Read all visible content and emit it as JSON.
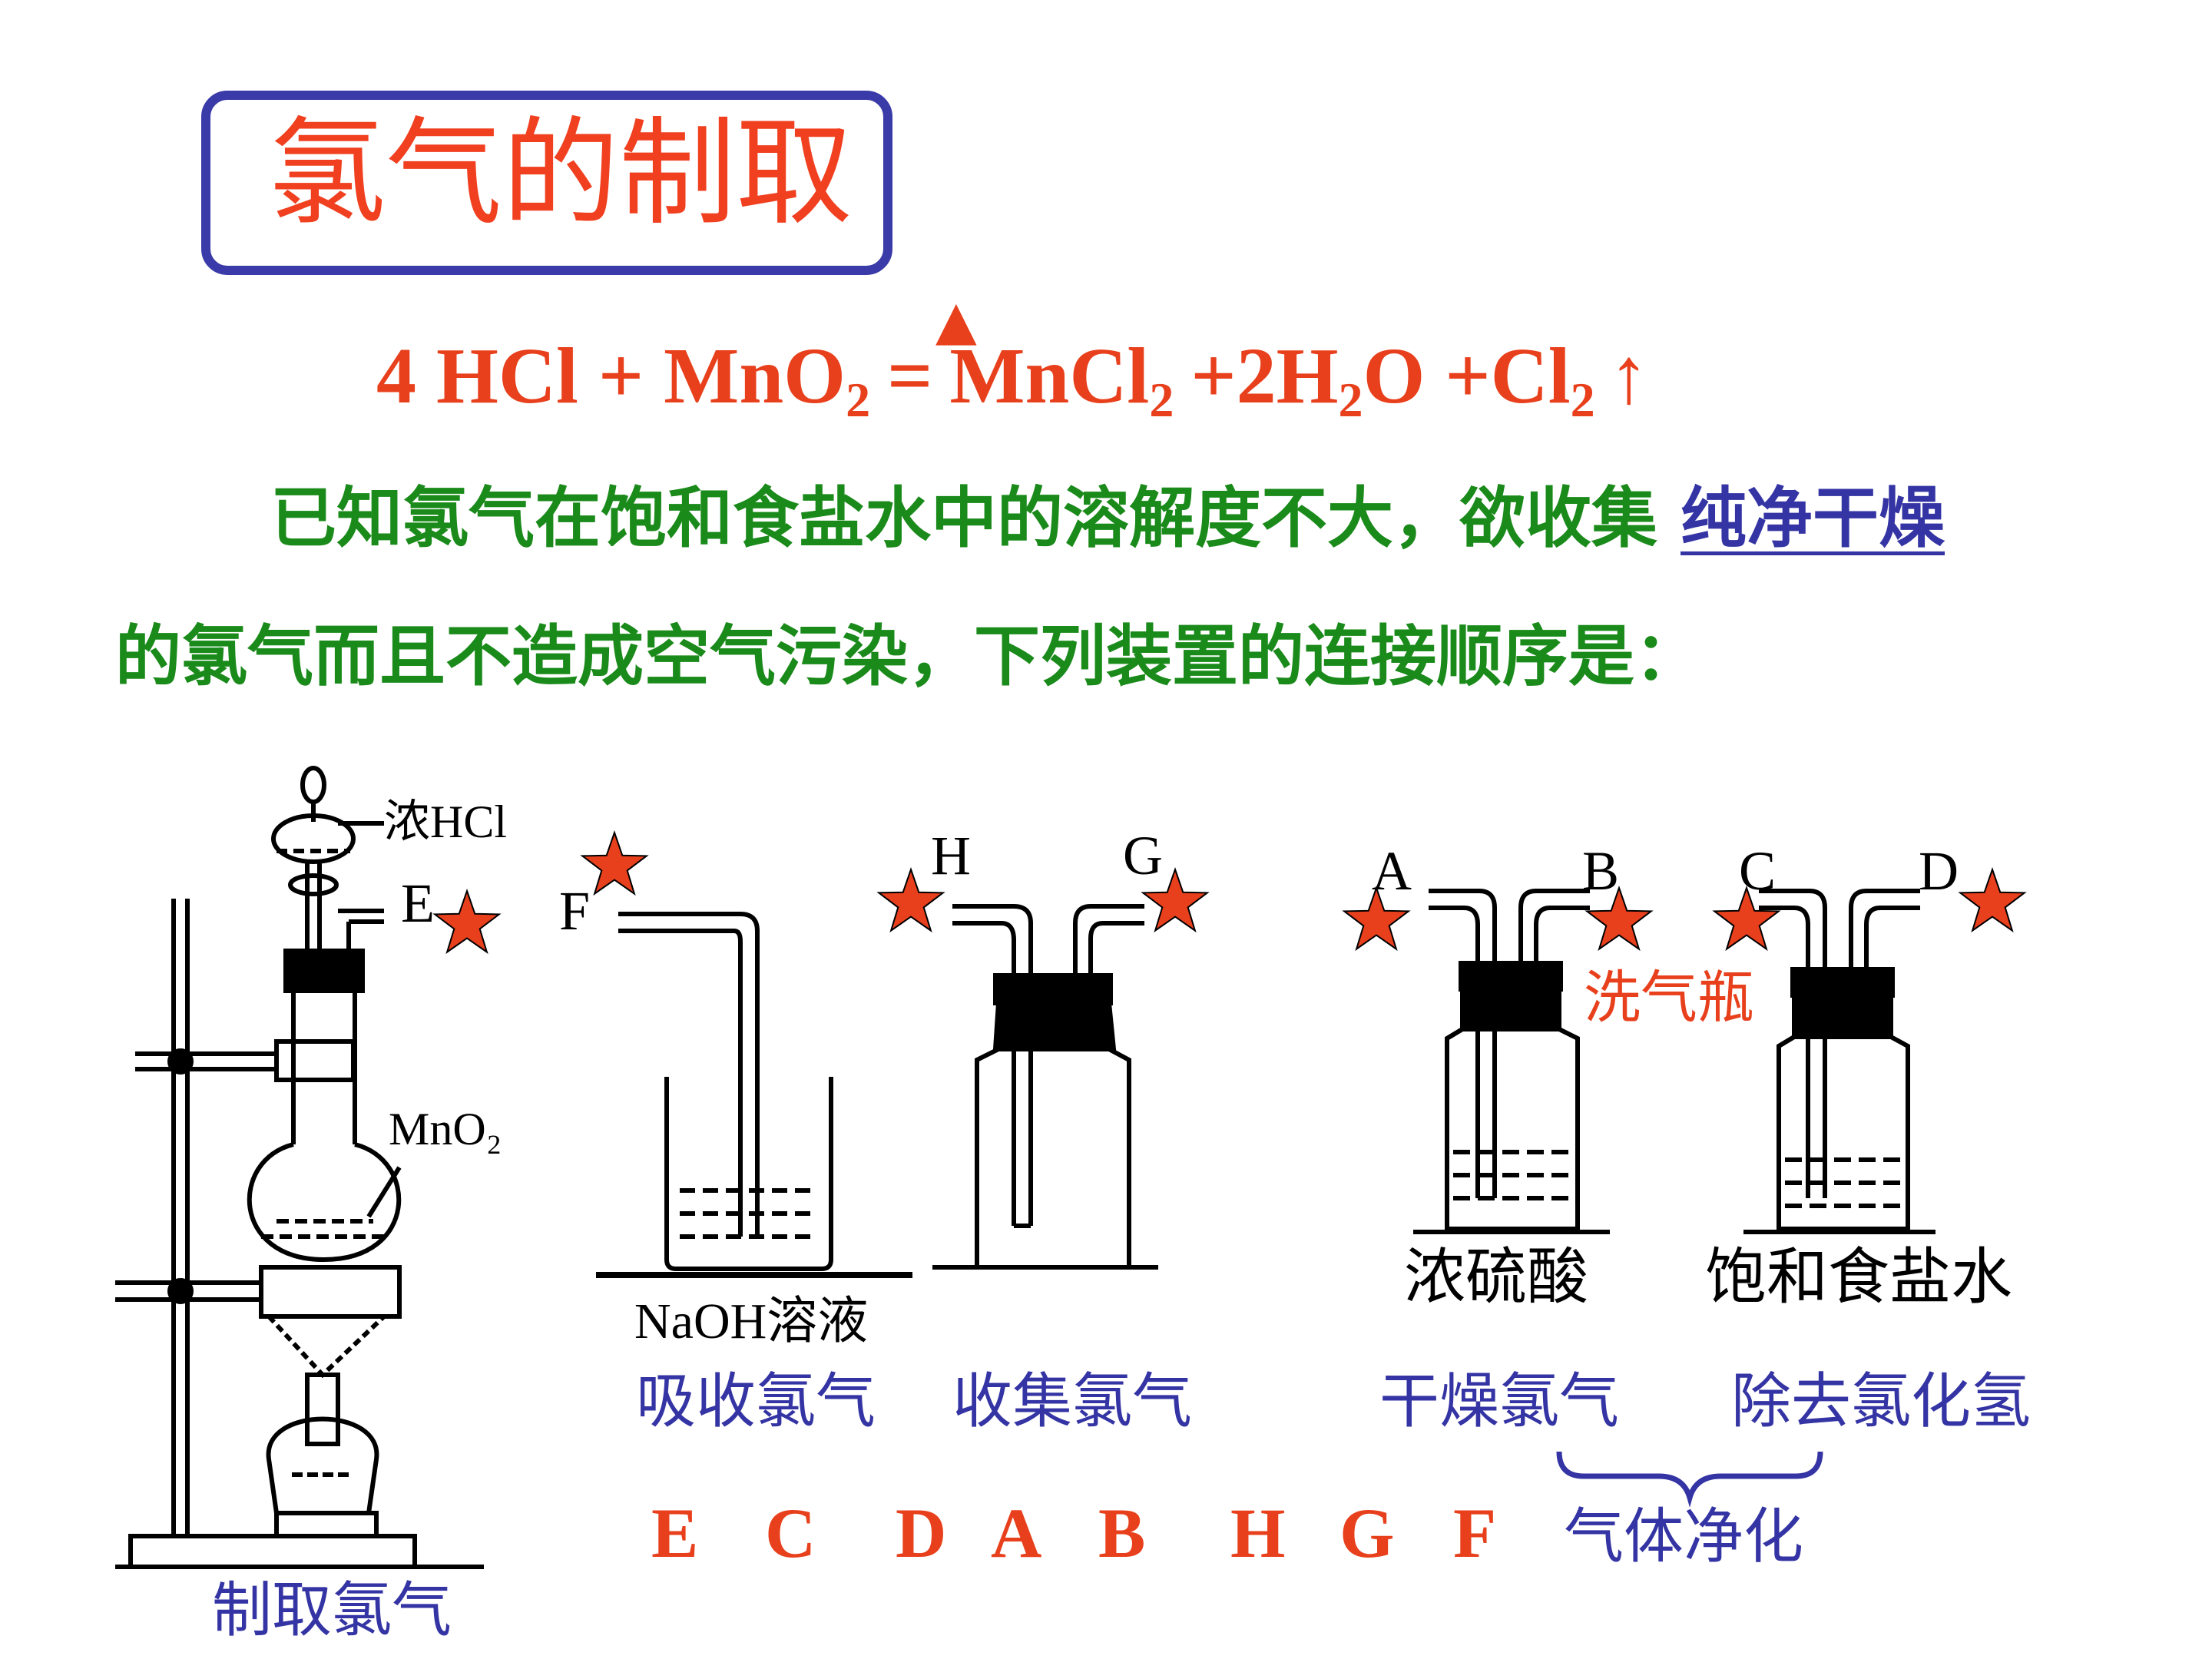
{
  "title": "氯气的制取",
  "equation": {
    "left_part": "4 HCl + MnO",
    "left_sub": "2",
    "sign": "=",
    "r1": "MnCl",
    "r1_sub": "2",
    "r2a": "+2H",
    "r2_sub": "2",
    "r2b": "O +Cl",
    "r3_sub": "2",
    "gas_arrow": "↑",
    "heat_mark": "▲"
  },
  "question": {
    "line1": "已知氯气在饱和食盐水中的溶解度不大，欲收集",
    "highlight": "纯净干燥",
    "line2": "的氯气而且不造成空气污染，下列装置的连接顺序是："
  },
  "apparatus_labels": {
    "conc_hcl": "浓HCl",
    "mno2": "MnO₂",
    "naoh": "NaOH溶液",
    "h2so4": "浓硫酸",
    "brine": "饱和食盐水",
    "wash_bottle": "洗气瓶"
  },
  "ports": [
    "E",
    "F",
    "H",
    "G",
    "A",
    "B",
    "C",
    "D"
  ],
  "captions": {
    "produce": "制取氯气",
    "absorb": "吸收氯气",
    "collect": "收集氯气",
    "dry": "干燥氯气",
    "remove_hcl": "除去氯化氢",
    "purify": "气体净化"
  },
  "answer_sequence": [
    "E",
    "C",
    "D",
    "A",
    "B",
    "H",
    "G",
    "F"
  ],
  "colors": {
    "red": "#e8401c",
    "green": "#1a8a1a",
    "blue": "#3434a4",
    "frame_blue": "#3a3aa8",
    "title_red": "#f04020"
  }
}
